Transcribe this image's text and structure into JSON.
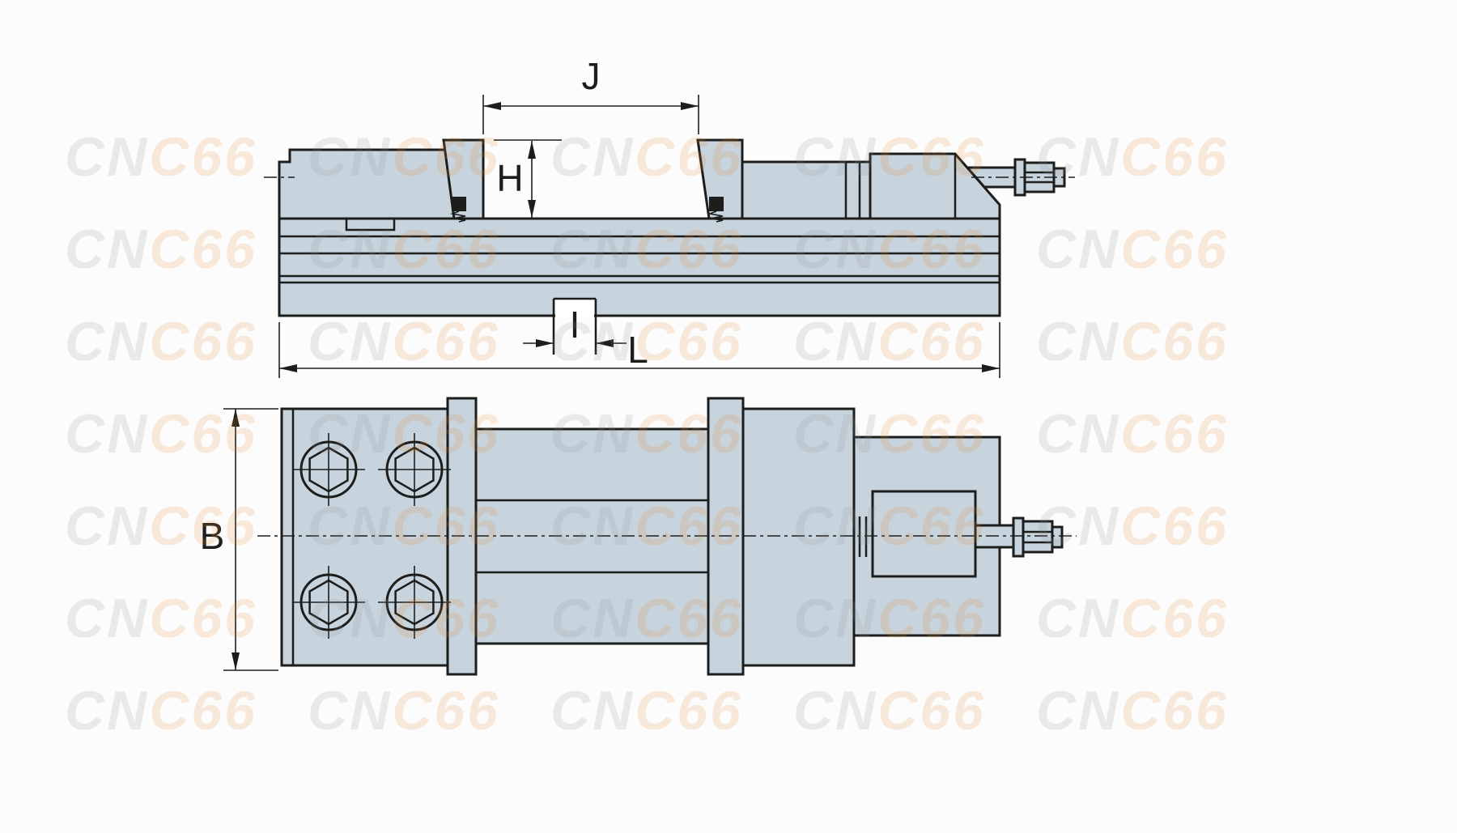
{
  "watermark": {
    "text": "CNC66",
    "gray_part": "CN",
    "orange_part": "C66"
  },
  "colors": {
    "background": "#fcfcfc",
    "body_fill": "#c7d4de",
    "line": "#1d1d1b",
    "watermark_gray": "#909090",
    "watermark_orange": "#e08a35"
  },
  "views": {
    "side": {
      "labels": {
        "j": "J",
        "h": "H",
        "i": "I",
        "l": "L"
      }
    },
    "plan": {
      "labels": {
        "b": "B"
      }
    }
  }
}
